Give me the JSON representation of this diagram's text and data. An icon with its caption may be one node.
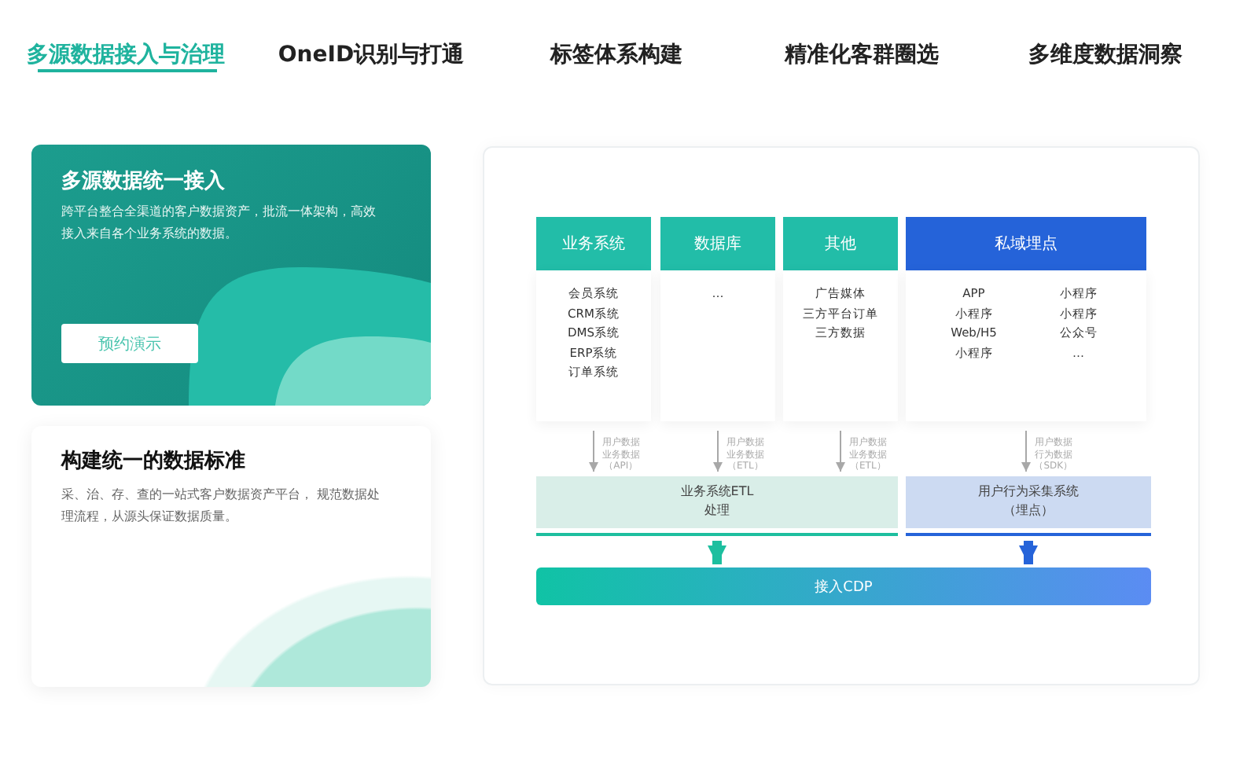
{
  "diagram": {
    "nodes": [
      {
        "text": [
          "多源数据统一接入",
          "跨平台整合全渠道的客户数据资产，批流一体架构，高效接入来自各个业务系统的数据。"
        ]
      },
      {
        "text": [
          "预约演示"
        ],
        "in": 0
      },
      {
        "text": [
          "构建统一的数据标准",
          "采、治、存、查的一站式客户数据资产平台， 规范数据处理流程，从源头保证数据质量。"
        ]
      },
      {
        "text": [
          "业务系统"
        ]
      },
      {
        "text": [
          "会员系统",
          "CRM系统",
          "DMS系统",
          "ERP系统",
          "订单系统"
        ]
      },
      {
        "text": [
          "数据库"
        ]
      },
      {
        "text": [
          "…"
        ]
      },
      {
        "text": [
          "其他"
        ]
      },
      {
        "text": [
          "广告媒体",
          "三方平台订单",
          "三方数据"
        ]
      },
      {
        "text": [
          "私域埋点"
        ]
      },
      {
        "text": [
          "APP",
          "小程序",
          "小程序",
          "小程序",
          "Web/H5",
          "公众号",
          "小程序",
          "…"
        ]
      },
      {
        "text": [
          "业务系统ETL处理"
        ]
      },
      {
        "text": [
          "用户行为采集系统（埋点）"
        ]
      },
      {
        "text": [
          "接入CDP"
        ]
      }
    ],
    "edges": [
      {
        "from": 4,
        "to": 11,
        "arrow": "to",
        "label": "用户数据业务数据（API）"
      },
      {
        "from": 6,
        "to": 11,
        "arrow": "to",
        "label": "用户数据业务数据（ETL）"
      },
      {
        "from": 8,
        "to": 11,
        "arrow": "to",
        "label": "用户数据业务数据（ETL）"
      },
      {
        "from": 10,
        "to": 12,
        "arrow": "to",
        "label": "用户数据行为数据（SDK）"
      },
      {
        "from": 11,
        "to": 13,
        "arrow": "to",
        "style": "thick",
        "color": "#1dbf9f"
      },
      {
        "from": 12,
        "to": 13,
        "arrow": "to",
        "style": "thick",
        "color": "#2563d9"
      }
    ],
    "labels": [
      "多源数据接入与治理",
      "OneID识别与打通",
      "标签体系构建",
      "精准化客群圈选",
      "多维度数据洞察"
    ]
  }
}
